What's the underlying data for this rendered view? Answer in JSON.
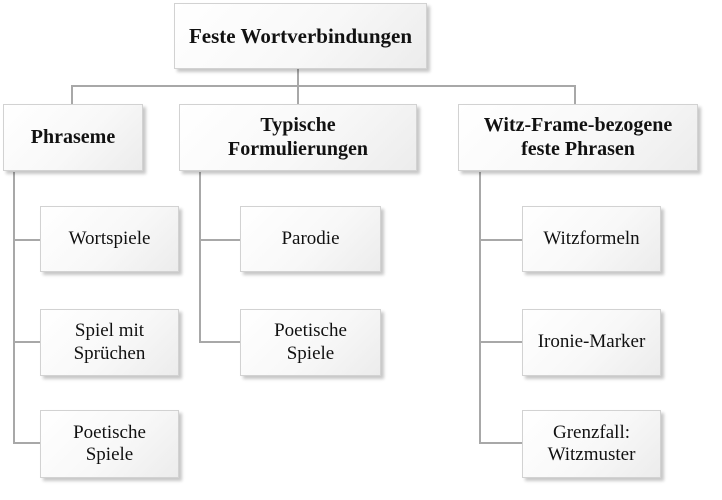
{
  "diagram": {
    "root": {
      "label": "Feste Wortverbindungen"
    },
    "branches": [
      {
        "label": "Phraseme",
        "children": [
          {
            "label": "Wortspiele"
          },
          {
            "label": "Spiel mit\nSprüchen"
          },
          {
            "label": "Poetische\nSpiele"
          }
        ]
      },
      {
        "label": "Typische\nFormulierungen",
        "children": [
          {
            "label": "Parodie"
          },
          {
            "label": "Poetische\nSpiele"
          }
        ]
      },
      {
        "label": "Witz-Frame-bezogene\nfeste Phrasen",
        "children": [
          {
            "label": "Witzformeln"
          },
          {
            "label": "Ironie-Marker"
          },
          {
            "label": "Grenzfall:\nWitzmuster"
          }
        ]
      }
    ]
  },
  "colors": {
    "connector": "#a8a8a8"
  }
}
